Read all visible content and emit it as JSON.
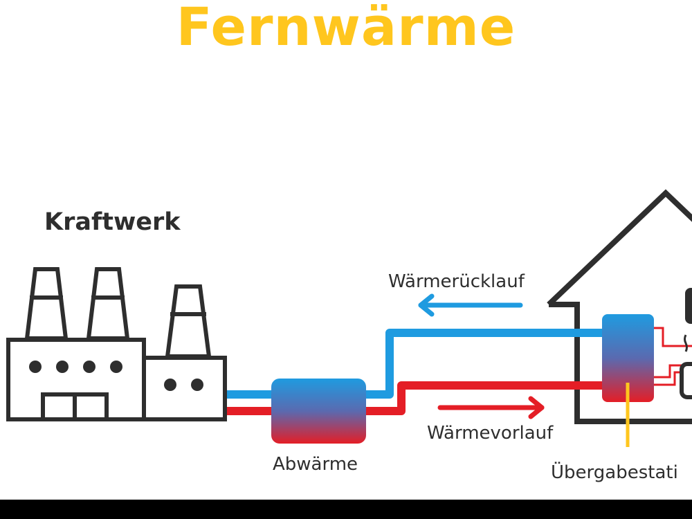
{
  "title": "Fernwärme",
  "labels": {
    "kraftwerk": "Kraftwerk",
    "waermeruecklauf": "Wärmerücklauf",
    "waermevorlauf": "Wärmevorlauf",
    "abwaerme": "Abwärme",
    "uebergabestation": "Übergabestati"
  },
  "colors": {
    "title": "#ffc61e",
    "outline": "#2e2e2e",
    "return_pipe": "#1f9be0",
    "supply_pipe": "#e41e26",
    "transfer_marker": "#ffc61e"
  },
  "icons": {
    "power_plant": "factory-icon",
    "house": "house-icon",
    "heat_exchanger": "heat-exchanger-icon",
    "return_arrow": "arrow-left-icon",
    "supply_arrow": "arrow-right-icon",
    "radiator": "radiator-icon"
  }
}
